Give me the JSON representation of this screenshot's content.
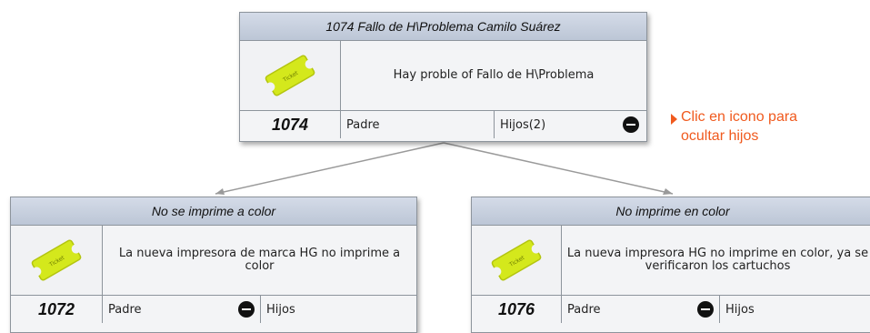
{
  "root": {
    "title": "1074 Fallo de H\\Problema Camilo Suárez",
    "description": "Hay proble of Fallo de H\\Problema",
    "id": "1074",
    "parent_label": "Padre",
    "children_label": "Hijos(2)"
  },
  "hint": {
    "line1": "Clic en icono para",
    "line2": "ocultar hijos"
  },
  "children": [
    {
      "title": "No se imprime a color",
      "description": "La nueva impresora de marca HG no imprime a color",
      "id": "1072",
      "parent_label": "Padre",
      "children_label": "Hijos"
    },
    {
      "title": "No imprime en color",
      "description": "La nueva impresora HG no imprime en color, ya se verificaron los cartuchos",
      "id": "1076",
      "parent_label": "Padre",
      "children_label": "Hijos"
    }
  ],
  "icon_text": "Ticket",
  "colors": {
    "accent": "#f05a1e",
    "header": "#c9d1df",
    "ticket": "#d4e81c"
  }
}
